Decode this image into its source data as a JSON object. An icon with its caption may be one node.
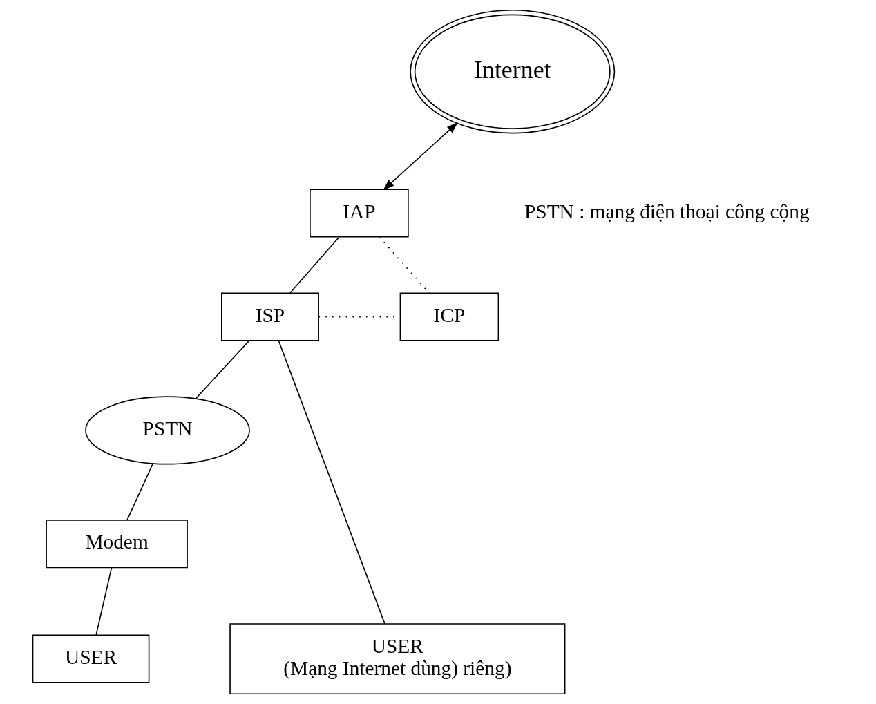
{
  "diagram": {
    "nodes": [
      {
        "text": [
          "Internet"
        ]
      },
      {
        "text": [
          "IAP"
        ]
      },
      {
        "text": [
          "ISP"
        ]
      },
      {
        "text": [
          "ICP"
        ]
      },
      {
        "text": [
          "PSTN"
        ]
      },
      {
        "text": [
          "Modem"
        ]
      },
      {
        "text": [
          "USER",
          "(Mạng Internet dùng) riêng)"
        ]
      },
      {
        "text": [
          "USER"
        ]
      }
    ],
    "edges": [
      {
        "from": 0,
        "to": 1,
        "arrow": "both"
      },
      {
        "from": 1,
        "to": 2,
        "arrow": "none"
      },
      {
        "from": 1,
        "to": 3,
        "arrow": "none",
        "style": "dashed"
      },
      {
        "from": 2,
        "to": 3,
        "arrow": "none",
        "style": "dashed"
      },
      {
        "from": 2,
        "to": 4,
        "arrow": "none"
      },
      {
        "from": 2,
        "to": 6,
        "arrow": "none"
      },
      {
        "from": 4,
        "to": 5,
        "arrow": "none"
      },
      {
        "from": 5,
        "to": 7,
        "arrow": "none"
      }
    ],
    "labels": [
      "PSTN : mạng điện thoại công cộng"
    ]
  }
}
